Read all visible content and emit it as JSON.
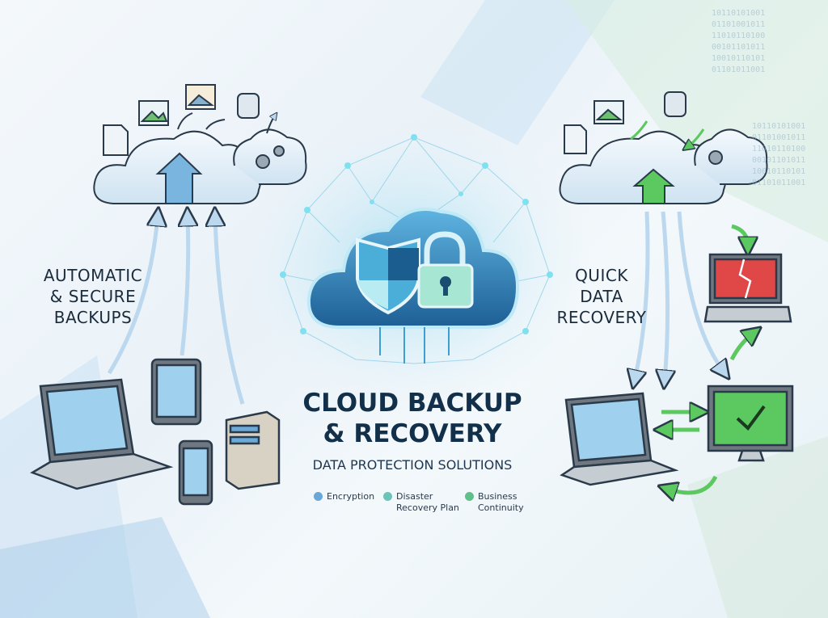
{
  "title_line1": "CLOUD BACKUP",
  "title_line2": "& RECOVERY",
  "subtitle": "DATA PROTECTION SOLUTIONS",
  "left_label": [
    "AUTOMATIC",
    "& SECURE",
    "BACKUPS"
  ],
  "right_label": [
    "QUICK",
    "DATA",
    "RECOVERY"
  ],
  "features": [
    {
      "line1": "Encryption",
      "line2": "",
      "color": "#6aa7d6"
    },
    {
      "line1": "Disaster",
      "line2": "Recovery Plan",
      "color": "#6cc3b8"
    },
    {
      "line1": "Business",
      "line2": "Continuity",
      "color": "#5fc08a"
    }
  ],
  "binary_text": "10110101001\n01101001011\n11010110100\n00101101011\n10010110101\n01101011001",
  "colors": {
    "accent_blue": "#4a90c8",
    "accent_green": "#4fbf5a",
    "error_red": "#e04848",
    "title": "#12304a"
  }
}
